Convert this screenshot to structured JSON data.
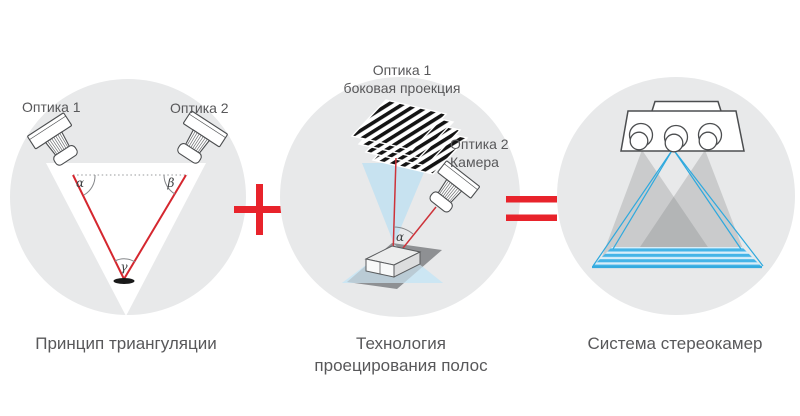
{
  "colors": {
    "circle_bg": "#e8e9ea",
    "accent_red": "#e8232b",
    "thin_line_red": "#cd333a",
    "cone_blue": "#c7e2f0",
    "stripe_blue": "#45b4e7",
    "blue_line": "#2ea9de",
    "outline_gray": "#4c4e50",
    "text_gray": "#58585a",
    "plate_gray": "#8e9093"
  },
  "icons": {
    "camera": "camera-icon",
    "stereo_camera": "stereo-camera-icon",
    "stripe_pattern": "stripe-pattern-icon",
    "plus": "plus-icon",
    "equals": "equals-icon",
    "target_mark": "target-mark-icon"
  },
  "triangulation": {
    "caption": "Принцип триангуляции",
    "optic1_label": "Оптика 1",
    "optic2_label": "Оптика 2",
    "angle_alpha": "α",
    "angle_beta": "β",
    "angle_gamma": "γ"
  },
  "stripe_projection": {
    "caption_line1": "Технология",
    "caption_line2": "проецирования полос",
    "optic1_label_line1": "Оптика 1",
    "optic1_label_line2": "боковая проекция",
    "optic2_label_line1": "Оптика 2",
    "optic2_label_line2": "Камера",
    "angle_alpha": "α"
  },
  "stereo_system": {
    "caption": "Система стереокамер"
  }
}
